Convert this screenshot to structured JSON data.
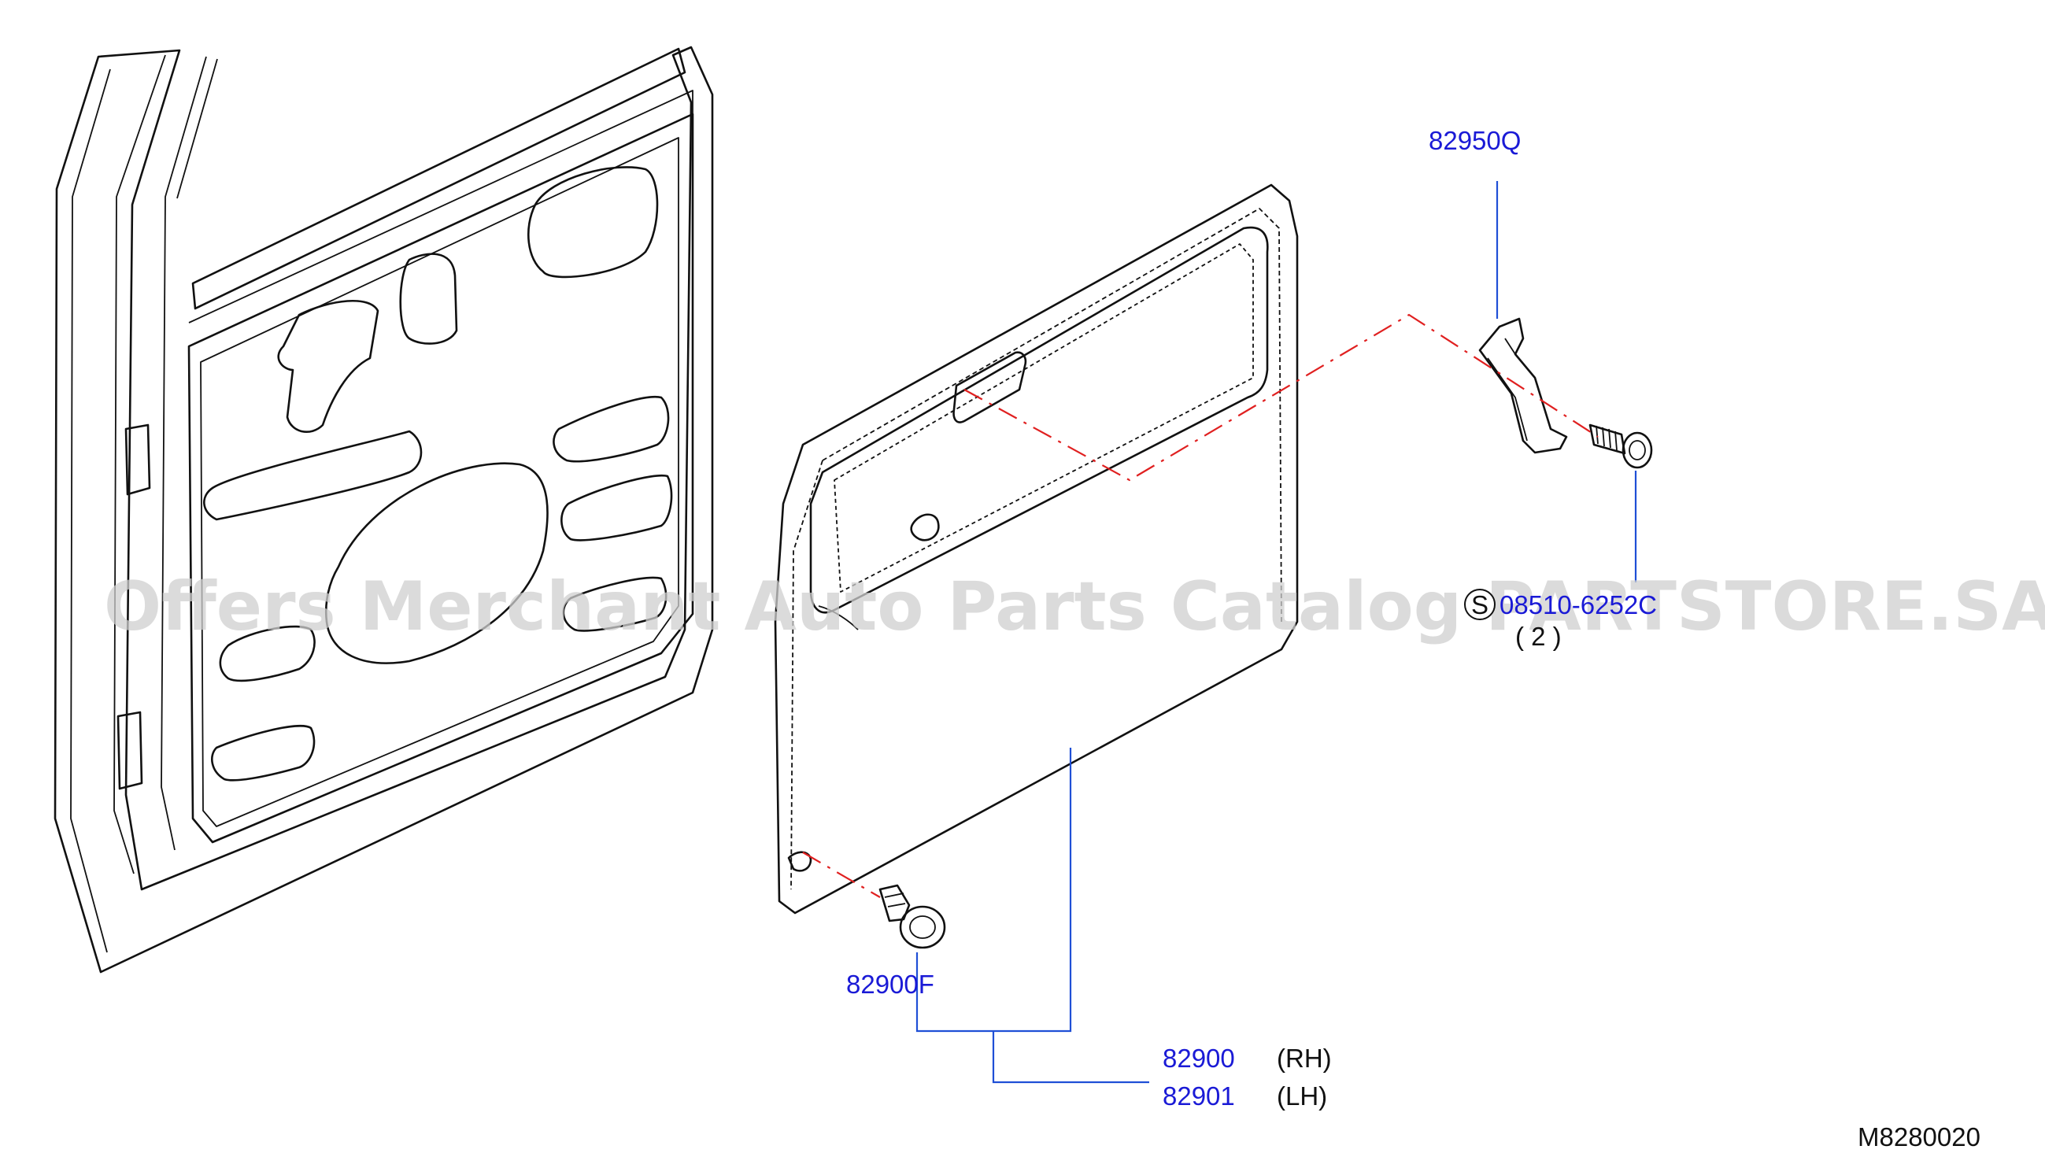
{
  "watermark": "Offers Merchant Auto Parts Catalog PARTSTORE.SA",
  "diagram_code": "M8280020",
  "parts": {
    "bracket": {
      "number": "82950Q"
    },
    "screw": {
      "symbol": "S",
      "number": "08510-6252C",
      "quantity": "( 2 )"
    },
    "clip": {
      "number": "82900F"
    },
    "trim_rh": {
      "number": "82900",
      "side": "(RH)"
    },
    "trim_lh": {
      "number": "82901",
      "side": "(LH)"
    }
  },
  "colors": {
    "part_number": "#1a1ad6",
    "leader": "#1f4fd6",
    "centerline": "#e02020",
    "ink": "#111111"
  }
}
